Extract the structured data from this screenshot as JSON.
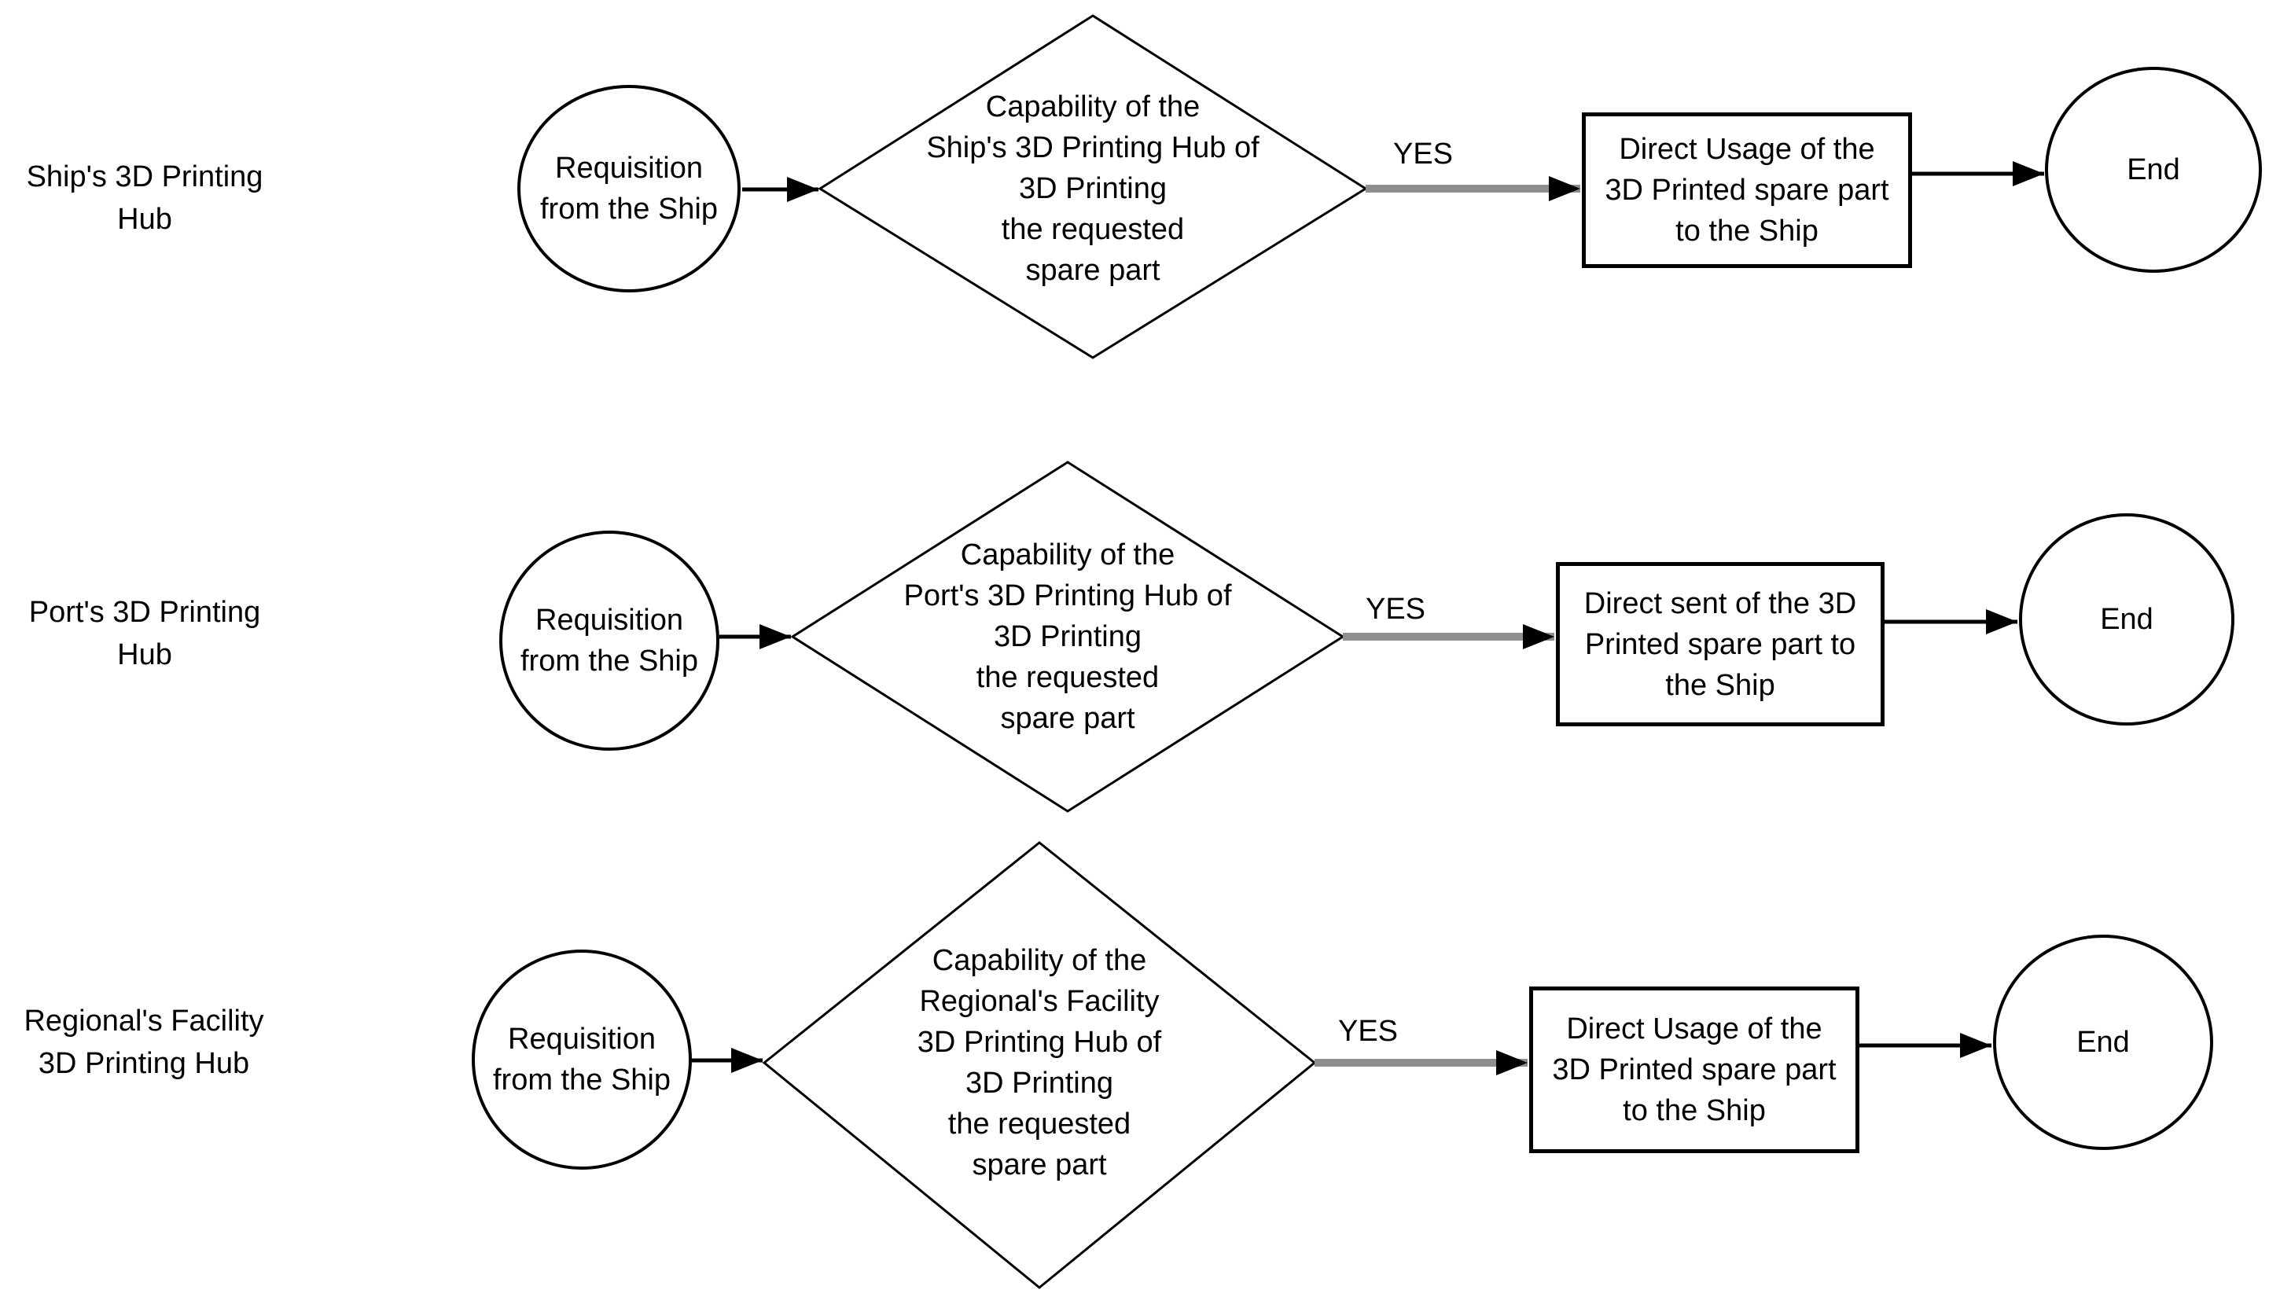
{
  "colors": {
    "background": "#ffffff",
    "text": "#000000",
    "shape_stroke": "#000000",
    "arrow": "#000000",
    "yes_arrow": "#8f8f8f"
  },
  "lanes": [
    {
      "lane_label": "Ship's 3D Printing\nHub",
      "start_label": "Requisition\nfrom the Ship",
      "decision_label": "Capability of the\nShip's 3D Printing Hub of\n3D Printing\nthe requested\nspare part",
      "branch_label": "YES",
      "process_label": "Direct Usage of the\n3D Printed spare part\nto  the Ship",
      "end_label": "End"
    },
    {
      "lane_label": "Port's 3D Printing\nHub",
      "start_label": "Requisition\nfrom the Ship",
      "decision_label": "Capability of the\nPort's 3D Printing Hub of\n3D Printing\nthe requested\nspare part",
      "branch_label": "YES",
      "process_label": "Direct sent of the 3D\nPrinted spare part to\nthe Ship",
      "end_label": "End"
    },
    {
      "lane_label": "Regional's Facility\n3D Printing Hub",
      "start_label": "Requisition\nfrom the Ship",
      "decision_label": "Capability of the\nRegional's Facility\n3D Printing Hub of\n3D Printing\nthe requested\nspare part",
      "branch_label": "YES",
      "process_label": "Direct Usage of the\n3D Printed spare part\nto  the Ship",
      "end_label": "End"
    }
  ]
}
